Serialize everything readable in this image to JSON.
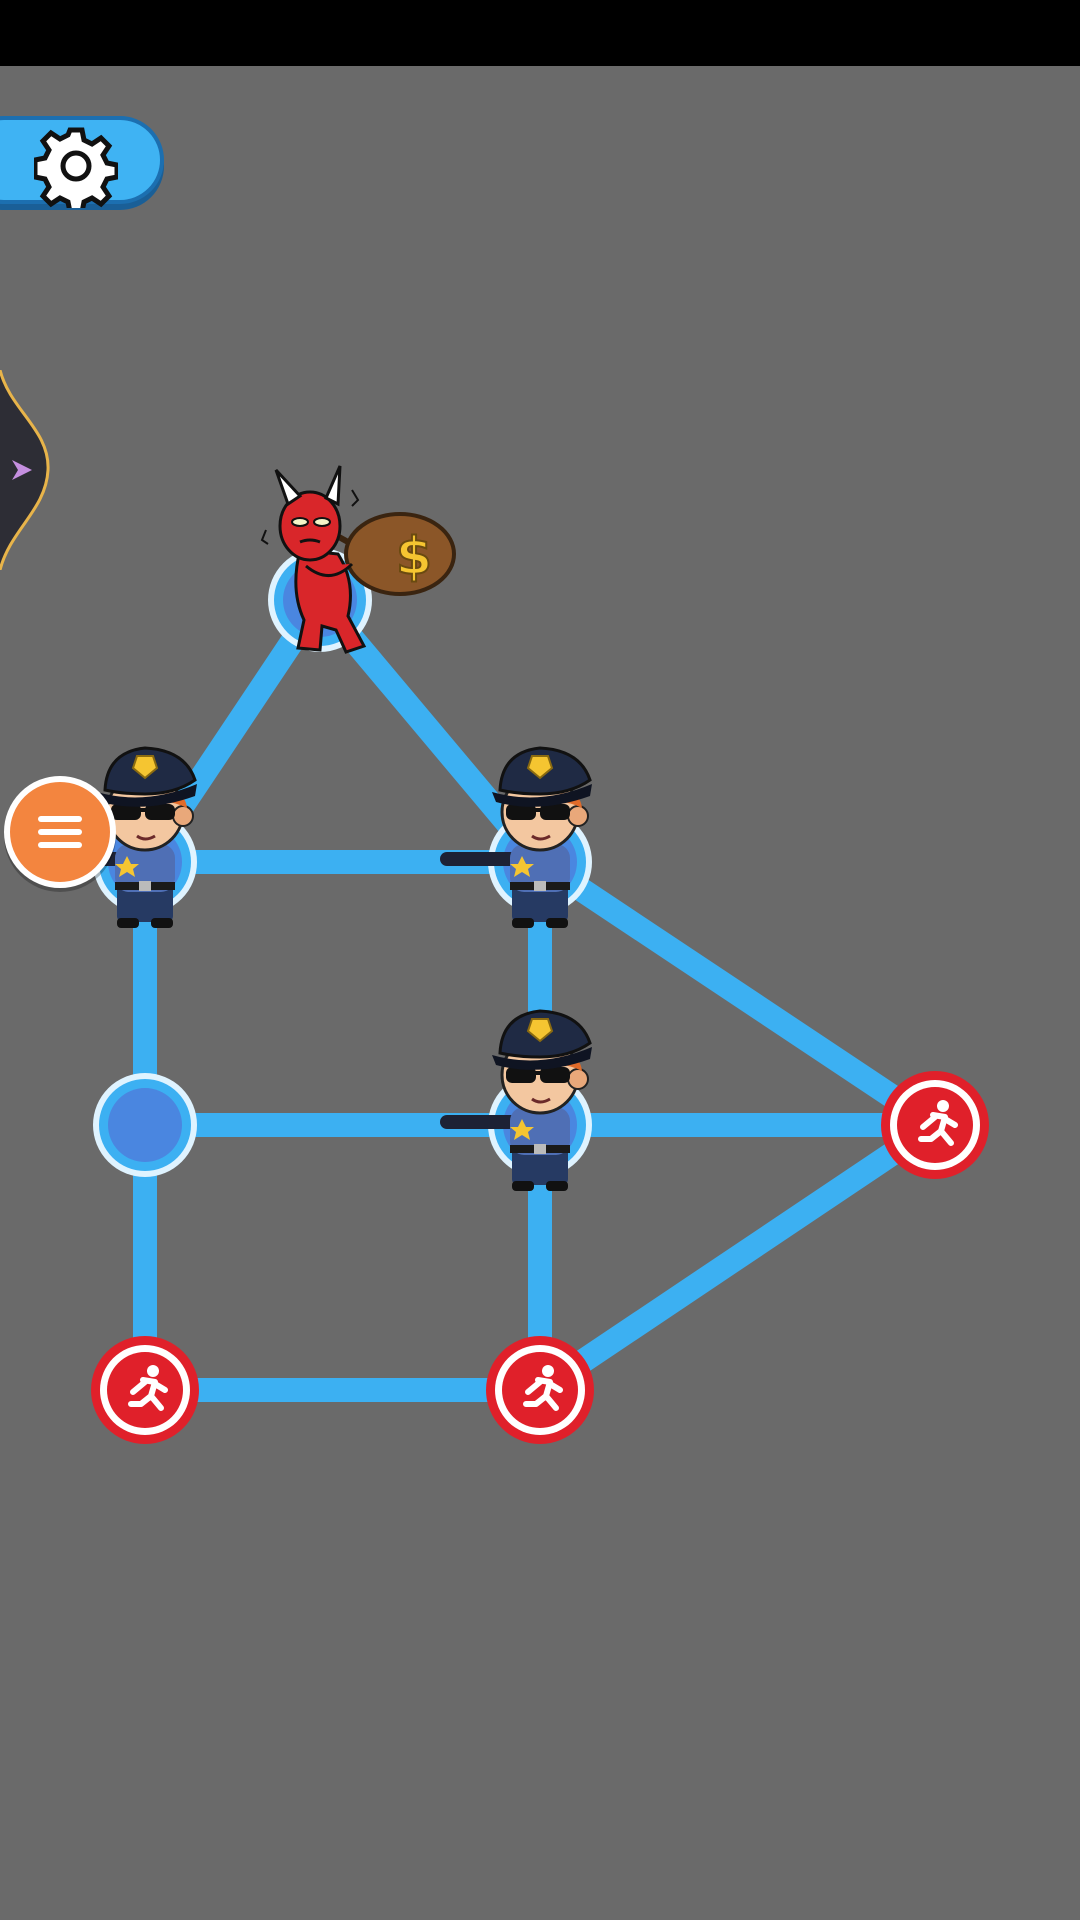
{
  "level": {
    "nodes": [
      {
        "id": "n-top",
        "type": "thief"
      },
      {
        "id": "n-mid-left",
        "type": "police"
      },
      {
        "id": "n-mid-right",
        "type": "police"
      },
      {
        "id": "n-center-left",
        "type": "empty"
      },
      {
        "id": "n-center-right",
        "type": "police"
      },
      {
        "id": "n-right",
        "type": "exit"
      },
      {
        "id": "n-bottom-left",
        "type": "exit"
      },
      {
        "id": "n-bottom-right",
        "type": "exit"
      }
    ],
    "edges": [
      [
        "n-top",
        "n-mid-left"
      ],
      [
        "n-top",
        "n-mid-right"
      ],
      [
        "n-mid-left",
        "n-mid-right"
      ],
      [
        "n-mid-left",
        "n-center-left"
      ],
      [
        "n-mid-right",
        "n-center-right"
      ],
      [
        "n-mid-right",
        "n-right"
      ],
      [
        "n-center-left",
        "n-center-right"
      ],
      [
        "n-center-right",
        "n-right"
      ],
      [
        "n-center-left",
        "n-bottom-left"
      ],
      [
        "n-center-right",
        "n-bottom-right"
      ],
      [
        "n-bottom-left",
        "n-bottom-right"
      ],
      [
        "n-right",
        "n-bottom-right"
      ]
    ]
  },
  "icons": {
    "settings": "gear-icon",
    "menu": "hamburger-menu-icon",
    "side_tab": "chevron-right-icon",
    "exit": "running-man-exit-icon",
    "thief": "devil-thief-icon",
    "police": "police-officer-icon",
    "money_bag_symbol": "$"
  },
  "colors": {
    "background": "#6a6a6a",
    "path": "#3cb0f2",
    "node_fill": "#4a86e0",
    "exit_red": "#e0202a",
    "settings_button": "#3fb3f3",
    "menu_button": "#f3853f",
    "thief_red": "#d9262a",
    "police_blue": "#263a63"
  }
}
